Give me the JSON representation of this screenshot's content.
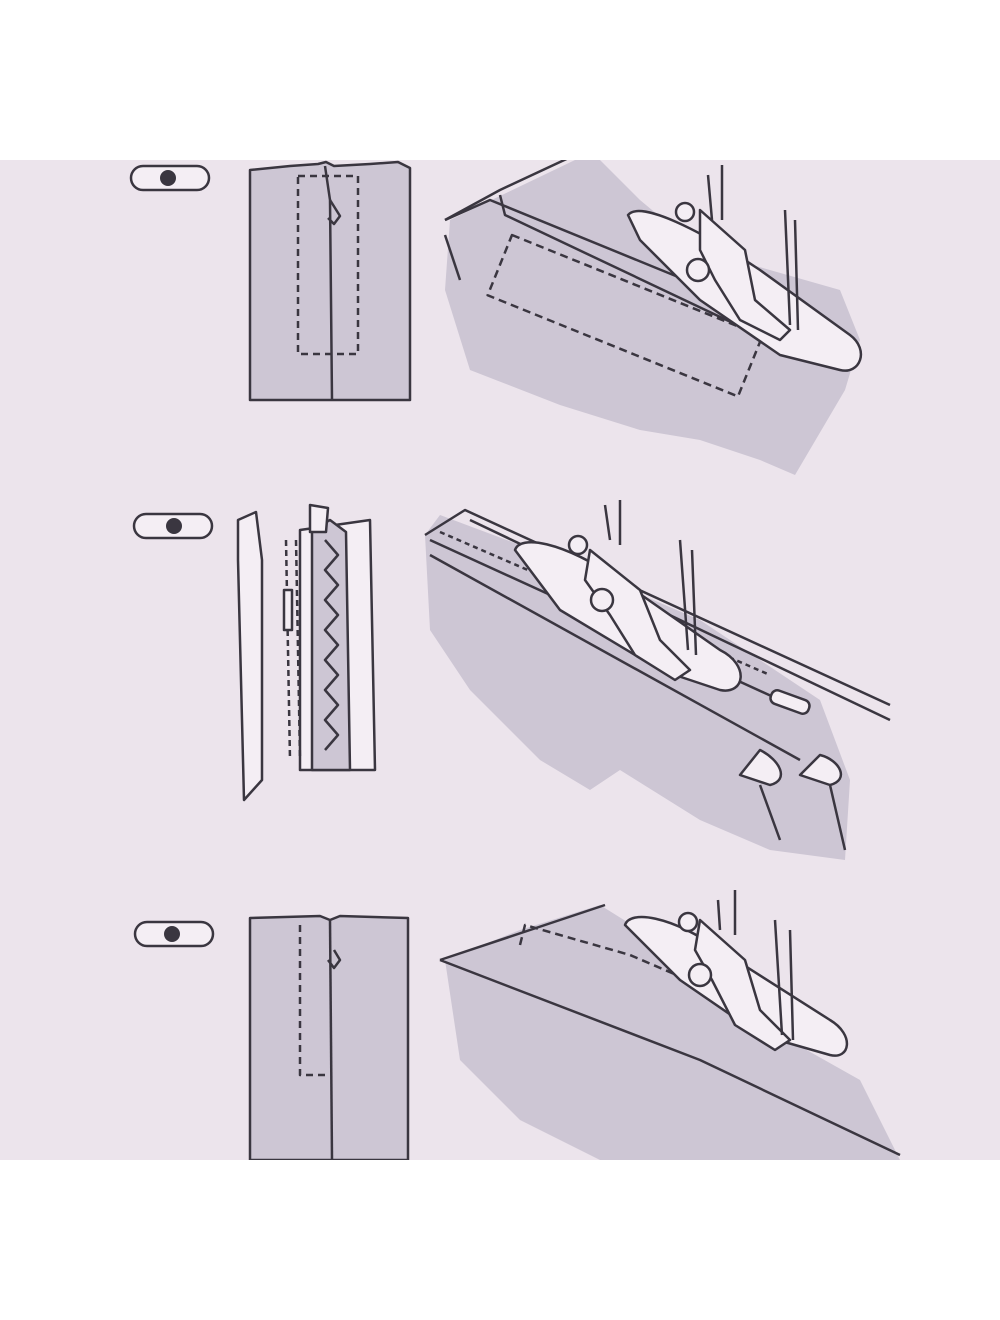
{
  "colors": {
    "page": "#ffffff",
    "panel": "#ece4ec",
    "fabric": "#cdc6d4",
    "line": "#3a3640"
  },
  "steps": [
    {
      "needle_position": "center",
      "icon": "needle-position-icon"
    },
    {
      "needle_position": "center",
      "icon": "needle-position-icon"
    },
    {
      "needle_position": "center",
      "icon": "needle-position-icon"
    }
  ]
}
